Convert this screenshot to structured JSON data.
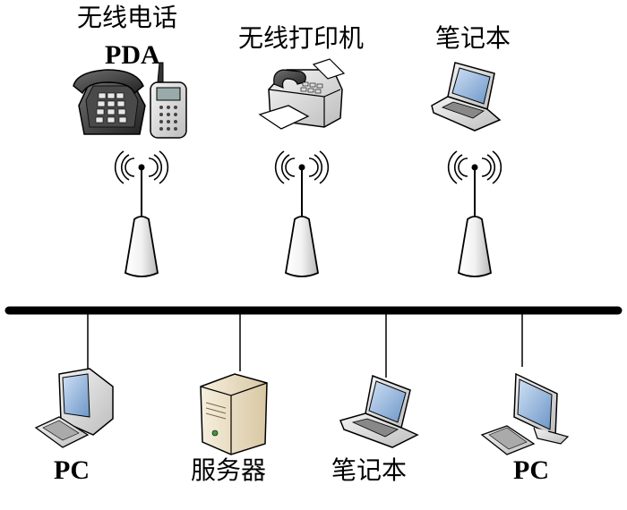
{
  "wireless_devices": [
    {
      "id": "phone-pda",
      "label": "无线电话",
      "sublabel": "PDA",
      "icon": "phone-pda-icon"
    },
    {
      "id": "printer",
      "label": "无线打印机",
      "icon": "printer-icon"
    },
    {
      "id": "laptop",
      "label": "笔记本",
      "icon": "laptop-icon"
    }
  ],
  "wired_devices": [
    {
      "id": "pc-left",
      "label": "PC",
      "icon": "pc-icon"
    },
    {
      "id": "server",
      "label": "服务器",
      "icon": "server-icon"
    },
    {
      "id": "laptop-wired",
      "label": "笔记本",
      "icon": "laptop-icon"
    },
    {
      "id": "pc-right",
      "label": "PC",
      "icon": "pc-icon"
    }
  ],
  "colors": {
    "bus": "#000000",
    "device_fill": "#e6e6e6",
    "screen": "#7fa9d8",
    "server_fill": "#e9dcc0"
  }
}
